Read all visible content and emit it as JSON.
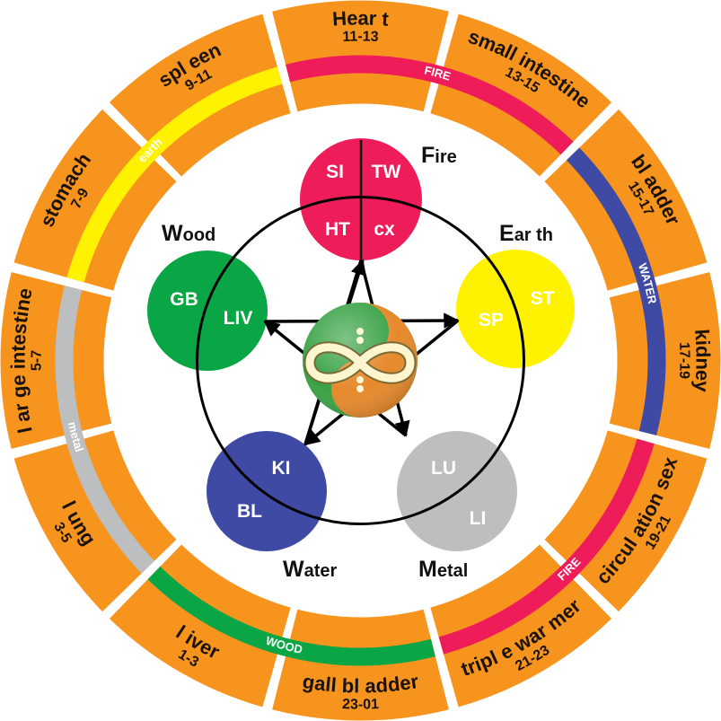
{
  "outer_ring": {
    "segments": [
      {
        "name": "Hear t",
        "time": "11-13"
      },
      {
        "name": "small intestine",
        "time": "13-15"
      },
      {
        "name": "bl adder",
        "time": "15-17"
      },
      {
        "name": "kidney",
        "time": "17-19"
      },
      {
        "name": "circul ation sex",
        "time": "19-21"
      },
      {
        "name": "tripl e war mer",
        "time": "21-23"
      },
      {
        "name": "gall bl adder",
        "time": "23-01"
      },
      {
        "name": "l iver",
        "time": "1-3"
      },
      {
        "name": "l ung",
        "time": "3-5"
      },
      {
        "name": "l ar ge intestine",
        "time": "5-7"
      },
      {
        "name": "stomach",
        "time": "7-9"
      },
      {
        "name": "spl een",
        "time": "9-11"
      }
    ]
  },
  "element_bands": [
    {
      "label": "FIRE",
      "color": "#ee1d5a"
    },
    {
      "label": "WATER",
      "color": "#3f4aa5"
    },
    {
      "label": "FIRE",
      "color": "#ee1d5a"
    },
    {
      "label": "WOOD",
      "color": "#0aa544"
    },
    {
      "label": "metal",
      "color": "#bcbec0"
    },
    {
      "label": "earth",
      "color": "#fff200"
    }
  ],
  "elements": {
    "fire": {
      "initial": "F",
      "rest": "ire",
      "color": "#ee1d5a",
      "organs": [
        "SI",
        "TW",
        "HT",
        "cx"
      ]
    },
    "earth": {
      "initial": "E",
      "rest": "ar th",
      "color": "#fff200",
      "organs": [
        "SP",
        "ST"
      ]
    },
    "metal": {
      "initial": "M",
      "rest": "etal",
      "color": "#bcbec0",
      "organs": [
        "LU",
        "LI"
      ]
    },
    "water": {
      "initial": "W",
      "rest": "ater",
      "color": "#3f4aa5",
      "organs": [
        "KI",
        "BL"
      ]
    },
    "wood": {
      "initial": "W",
      "rest": "ood",
      "color": "#0aa544",
      "organs": [
        "GB",
        "LIV"
      ]
    }
  },
  "colors": {
    "segment": "#f7941d",
    "outline": "#000000",
    "center_green": "#39a245",
    "center_orange": "#e6892b"
  },
  "center_icon": "infinity-yin-yang-icon"
}
